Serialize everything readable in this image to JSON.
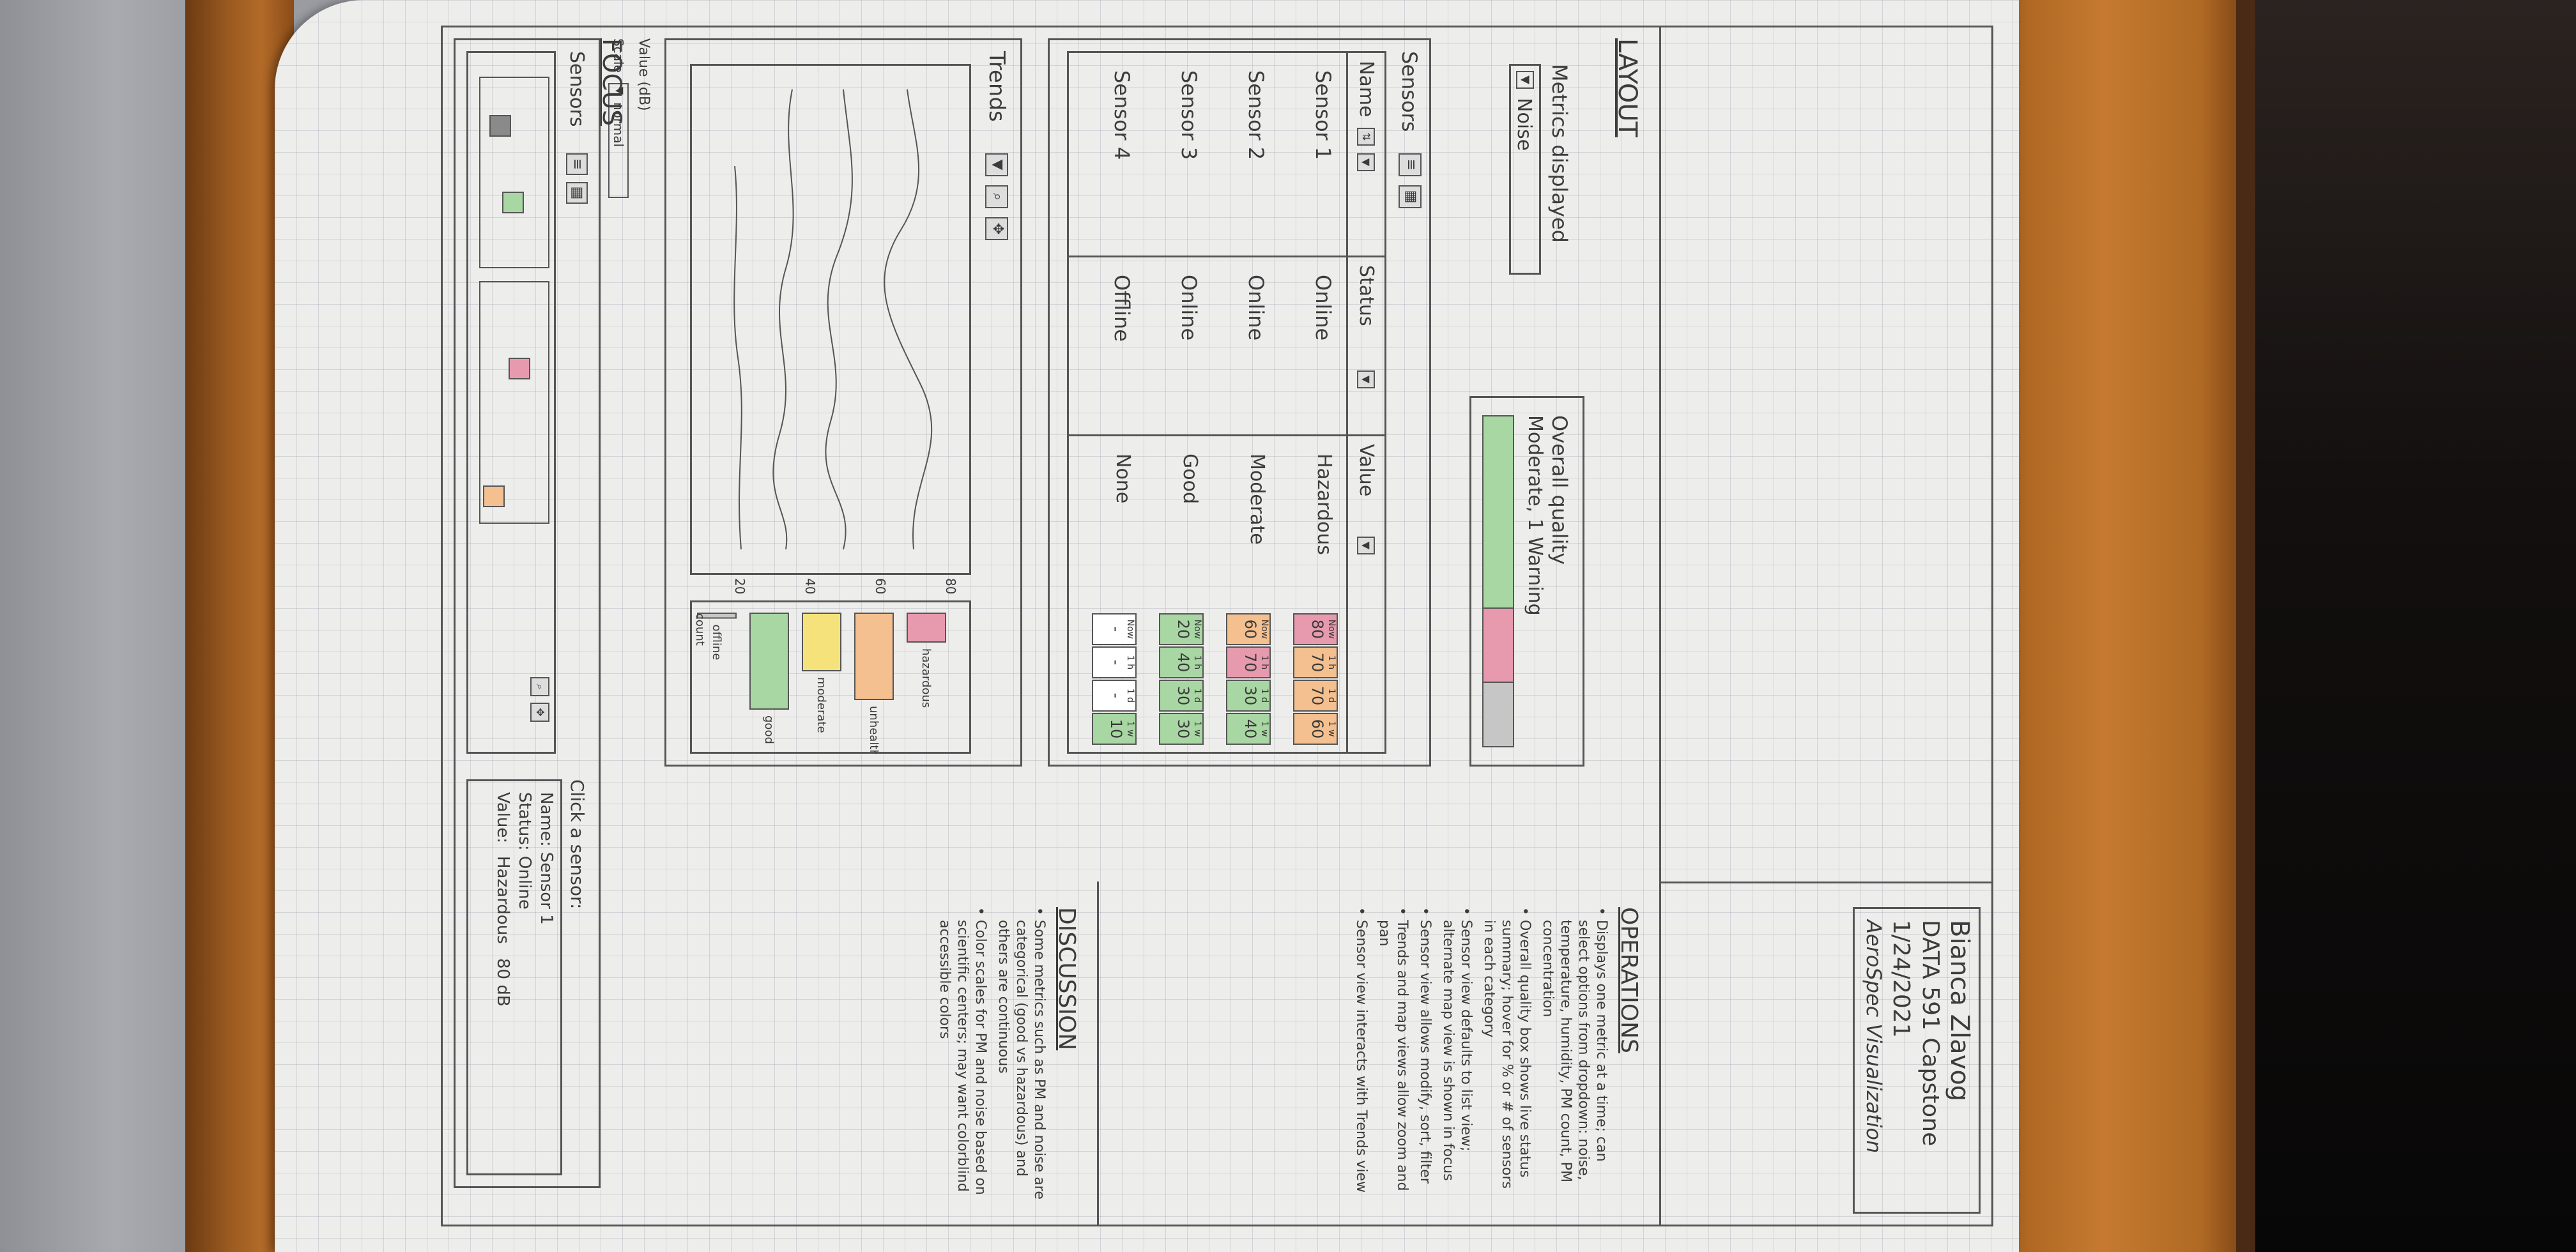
{
  "header": {
    "name": "Bianca Zlavog",
    "course": "DATA 591 Capstone",
    "date": "1/24/2021",
    "project": "AeroSpec Visualization"
  },
  "layout": {
    "title": "LAYOUT",
    "metrics_label": "Metrics displayed",
    "metrics_value": "Noise",
    "quality_title": "Overall quality",
    "quality_status": "Moderate, 1 Warning",
    "quality_colors": [
      "#a8d7a3",
      "#e79aae",
      "#c6c6c6"
    ]
  },
  "sensors_table": {
    "title": "Sensors",
    "headers": [
      "Name",
      "Status",
      "Value"
    ],
    "rows": [
      {
        "name": "Sensor 1",
        "status": "Online",
        "value": "Hazardous",
        "hist": [
          {
            "label": "Now",
            "v": "80"
          },
          {
            "label": "1 h",
            "v": "70"
          },
          {
            "label": "1 d",
            "v": "70"
          },
          {
            "label": "1 w",
            "v": "60"
          }
        ],
        "colors": [
          "#e79aae",
          "#f4c08f",
          "#f4c08f",
          "#f4c08f"
        ]
      },
      {
        "name": "Sensor 2",
        "status": "Online",
        "value": "Moderate",
        "hist": [
          {
            "label": "Now",
            "v": "60"
          },
          {
            "label": "1 h",
            "v": "70"
          },
          {
            "label": "1 d",
            "v": "30"
          },
          {
            "label": "1 w",
            "v": "40"
          }
        ],
        "colors": [
          "#f4c08f",
          "#e79aae",
          "#a8d7a3",
          "#a8d7a3"
        ]
      },
      {
        "name": "Sensor 3",
        "status": "Online",
        "value": "Good",
        "hist": [
          {
            "label": "Now",
            "v": "20"
          },
          {
            "label": "1 h",
            "v": "40"
          },
          {
            "label": "1 d",
            "v": "30"
          },
          {
            "label": "1 w",
            "v": "30"
          }
        ],
        "colors": [
          "#a8d7a3",
          "#a8d7a3",
          "#a8d7a3",
          "#a8d7a3"
        ]
      },
      {
        "name": "Sensor 4",
        "status": "Offline",
        "value": "None",
        "hist": [
          {
            "label": "Now",
            "v": "-"
          },
          {
            "label": "1 h",
            "v": "-"
          },
          {
            "label": "1 d",
            "v": "-"
          },
          {
            "label": "1 w",
            "v": "10"
          }
        ],
        "colors": [
          "#ffffff",
          "#ffffff",
          "#ffffff",
          "#a8d7a3"
        ]
      }
    ]
  },
  "trends": {
    "title": "Trends",
    "ylabel": "Value (dB)",
    "scale_label": "Scale",
    "scale_value": "normal",
    "ticks": [
      "80",
      "60",
      "40",
      "20"
    ]
  },
  "status_bars": {
    "labels": [
      "hazardous",
      "unhealthy",
      "moderate",
      "good",
      "offline"
    ],
    "counts": [
      3,
      9,
      6,
      10,
      0.5
    ],
    "colors": [
      "#e79aae",
      "#f4c08f",
      "#f6e27a",
      "#a8d7a3",
      "#c6c6c6"
    ],
    "axis_label": "count"
  },
  "operations": {
    "title": "OPERATIONS",
    "items": [
      "Displays one metric at a time; can select options from dropdown: noise, temperature, humidity, PM count, PM concentration",
      "Overall quality box shows live status summary; hover for % or # of sensors in each category",
      "Sensor view defaults to list view; alternate map view is shown in focus",
      "Sensor view allows modify, sort, filter",
      "Trends and map views allow zoom and pan",
      "Sensor view interacts with Trends view"
    ]
  },
  "discussion": {
    "title": "DISCUSSION",
    "items": [
      "Some metrics such as PM and noise are categorical (good vs hazardous) and others are continuous",
      "Color scales for PM and noise based on scientific centers; may want colorblind accessible colors"
    ]
  },
  "focus": {
    "title": "FOCUS",
    "sensors_title": "Sensors",
    "click_prompt": "Click a sensor:",
    "detail_name": "Name: Sensor 1",
    "detail_status": "Status: Online",
    "detail_value_label": "Value:",
    "detail_value": "Hazardous",
    "detail_db": "80 dB",
    "marker_colors": [
      "#8a8a8a",
      "#a8d7a3",
      "#e79aae",
      "#f4c08f"
    ]
  }
}
